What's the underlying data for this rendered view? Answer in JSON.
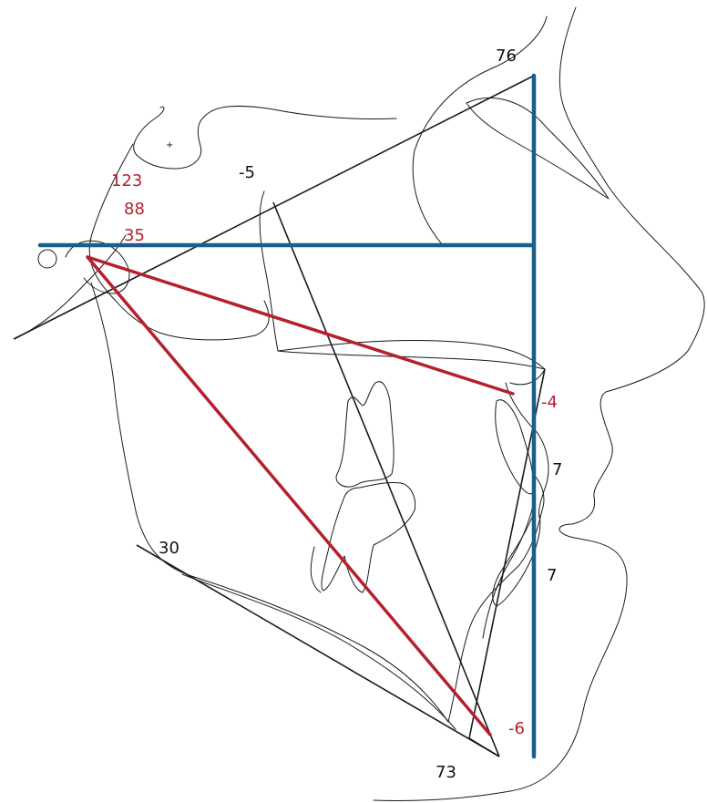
{
  "measurements": {
    "m76": "76",
    "m_neg5": "-5",
    "m123": "123",
    "m88": "88",
    "m35": "35",
    "m_neg4": "-4",
    "m7_upper": "7",
    "m7_lower": "7",
    "m30": "30",
    "m_neg6": "-6",
    "m73": "73"
  },
  "colors": {
    "blue_reference": "#1a5e8c",
    "red_reference": "#b5202e",
    "black_reference": "#1a1a1a"
  }
}
